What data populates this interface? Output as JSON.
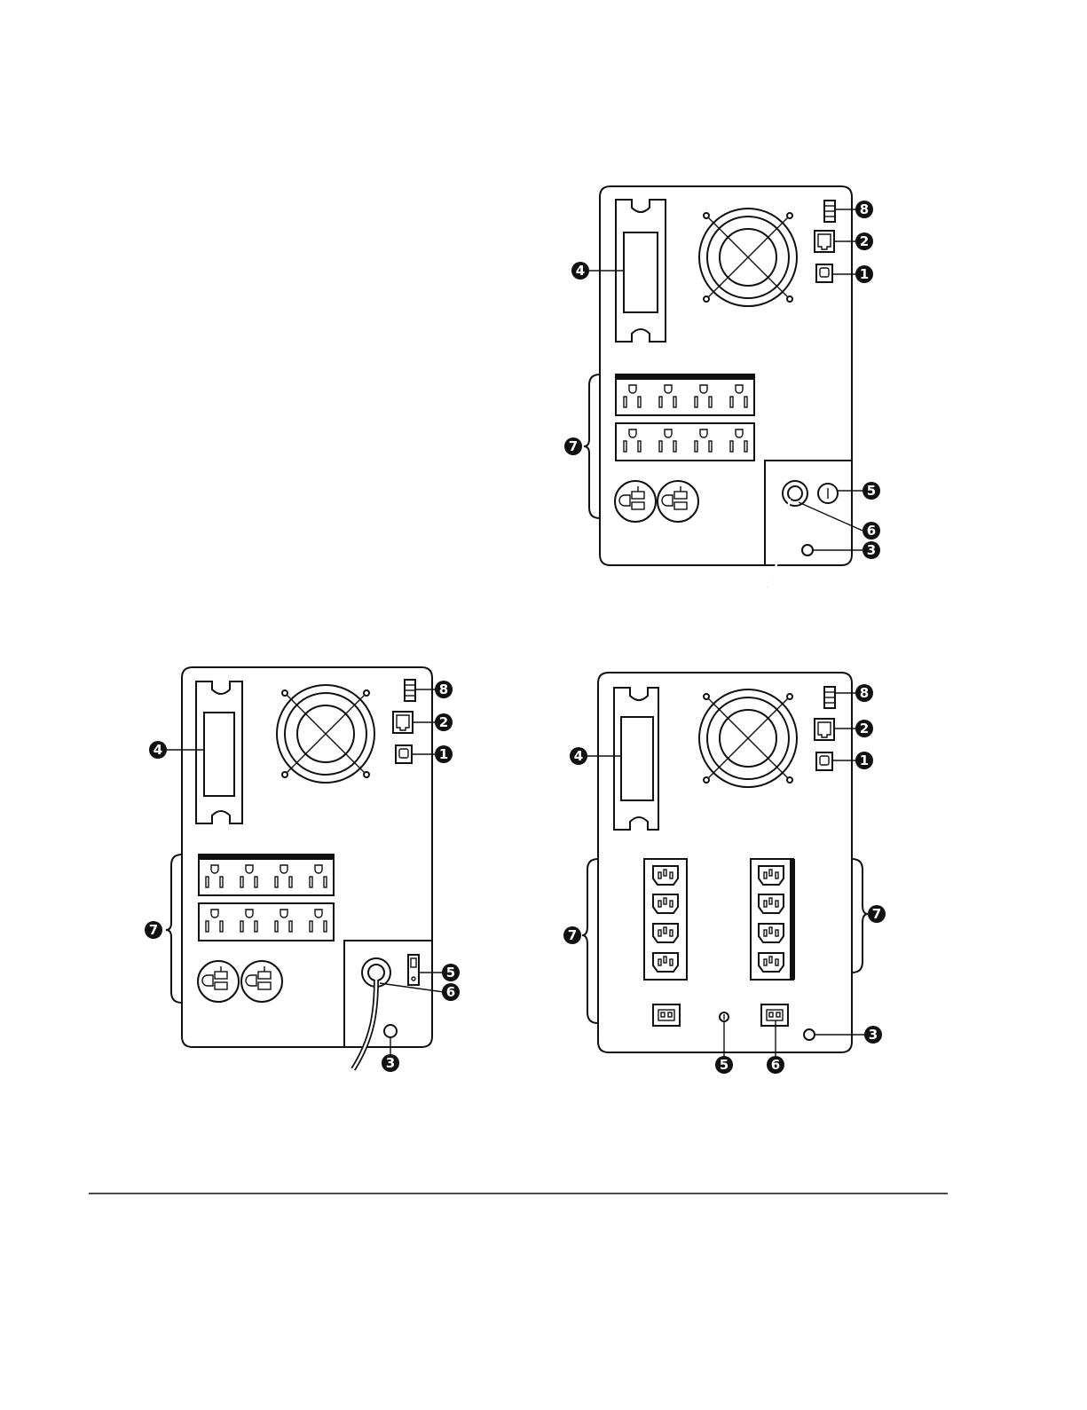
{
  "diagram": {
    "callouts": {
      "c1": "1",
      "c2": "2",
      "c3": "3",
      "c4": "4",
      "c5": "5",
      "c6": "6",
      "c7": "7",
      "c8": "8"
    },
    "panels": [
      {
        "name": "top-panel",
        "callouts_shown": [
          "1",
          "2",
          "3",
          "4",
          "5",
          "6",
          "7",
          "8"
        ]
      },
      {
        "name": "bottom-left-panel",
        "callouts_shown": [
          "1",
          "2",
          "3",
          "4",
          "5",
          "6",
          "7",
          "8"
        ]
      },
      {
        "name": "bottom-right-panel",
        "callouts_shown": [
          "1",
          "2",
          "3",
          "4",
          "5",
          "6",
          "7",
          "8"
        ]
      }
    ]
  }
}
